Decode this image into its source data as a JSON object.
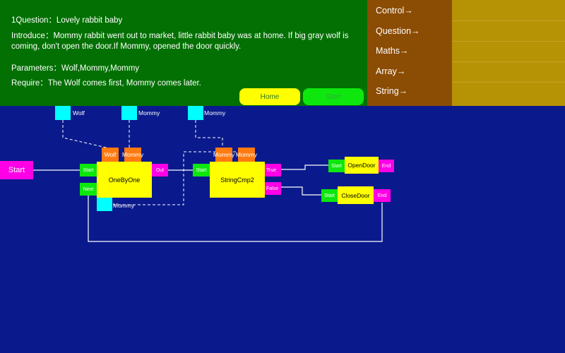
{
  "question": {
    "title": "1Question：Lovely rabbit baby",
    "introduce": "Introduce：Mommy rabbit went out to market, little rabbit baby was at home. If big gray wolf is coming, don't open the door.If Mommy, opened the door quickly.",
    "parameters": "Parameters：Wolf,Mommy,Mommy",
    "require": "Require：The Wolf comes first, Mommy comes later."
  },
  "buttons": {
    "home": "Home",
    "start": "Start"
  },
  "sidebar": {
    "items": [
      {
        "label": "Control→"
      },
      {
        "label": "Question→"
      },
      {
        "label": "Maths→"
      },
      {
        "label": "Array→"
      },
      {
        "label": "String→"
      }
    ]
  },
  "canvas": {
    "start_block": "Start",
    "params": {
      "p1": "Wolf",
      "p2": "Mommy",
      "p3": "Mommy"
    },
    "onebyone": {
      "name": "OneByOne",
      "in1": "Wolf",
      "in2": "Mommy",
      "start": "Start",
      "next": "Next",
      "out": "Out",
      "bottom": "Mommy"
    },
    "stringcmp": {
      "name": "StringCmp2",
      "in1": "Mommy",
      "in2": "Mommy",
      "start": "Start",
      "true": "True",
      "false": "False"
    },
    "opendoor": {
      "name": "OpenDoor",
      "start": "Start",
      "end": "End"
    },
    "closedoor": {
      "name": "CloseDoor",
      "start": "Start",
      "end": "End"
    }
  },
  "colors": {
    "question_bg": "#037003",
    "sidebar_bg": "#8b4c04",
    "filler_bg": "#b69304",
    "canvas_bg": "#0a1a8c",
    "node": "#ffff00",
    "port_green": "#0ee70e",
    "port_magenta": "#ff00e6",
    "port_orange": "#ff7a11",
    "param_cyan": "#00ffff"
  }
}
